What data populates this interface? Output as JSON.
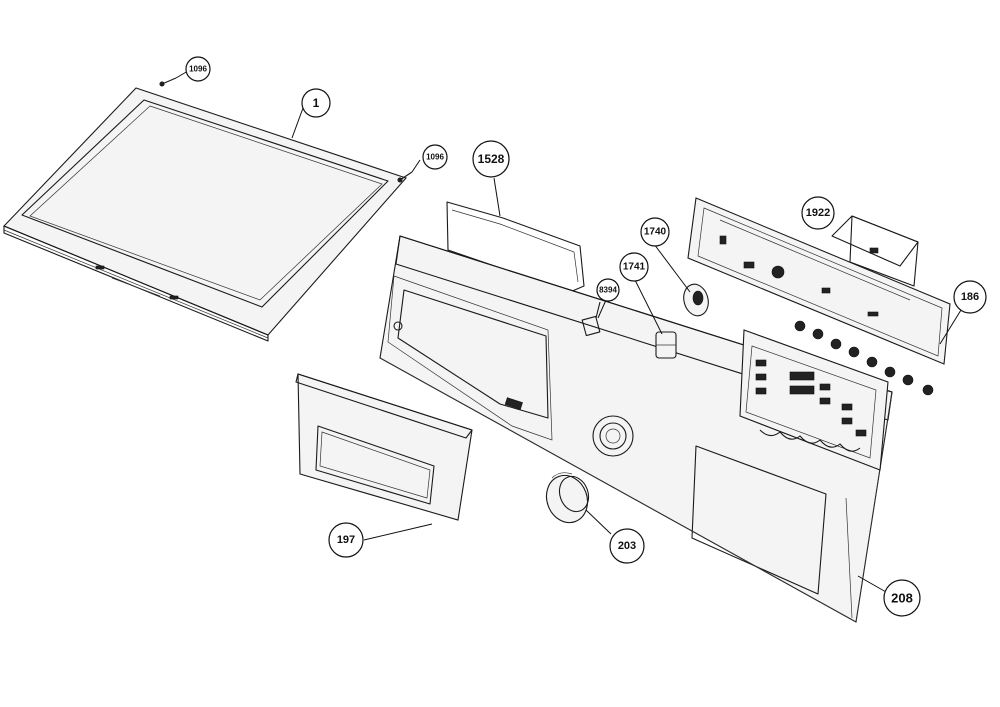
{
  "callouts": [
    {
      "id": "c-1",
      "label": "1"
    },
    {
      "id": "c-1096a",
      "label": "1096"
    },
    {
      "id": "c-1096b",
      "label": "1096"
    },
    {
      "id": "c-1528",
      "label": "1528"
    },
    {
      "id": "c-1740",
      "label": "1740"
    },
    {
      "id": "c-1741",
      "label": "1741"
    },
    {
      "id": "c-8394",
      "label": "8394"
    },
    {
      "id": "c-1922",
      "label": "1922"
    },
    {
      "id": "c-186",
      "label": "186"
    },
    {
      "id": "c-197",
      "label": "197"
    },
    {
      "id": "c-203",
      "label": "203"
    },
    {
      "id": "c-208",
      "label": "208"
    }
  ]
}
